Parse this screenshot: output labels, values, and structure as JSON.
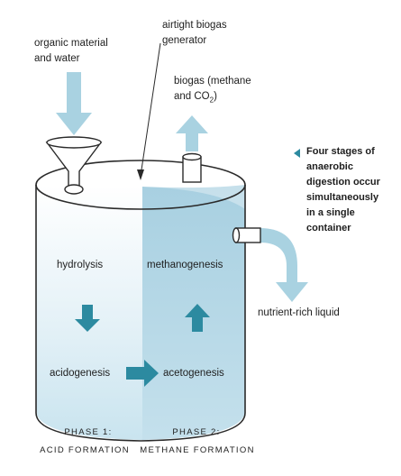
{
  "labels": {
    "organic_input_line1": "organic material",
    "organic_input_line2": "and water",
    "generator_line1": "airtight biogas",
    "generator_line2": "generator",
    "biogas_line1": "biogas (methane",
    "biogas_line2_prefix": "and CO",
    "biogas_line2_sub": "2",
    "biogas_line2_suffix": ")",
    "nutrient_output": "nutrient-rich liquid"
  },
  "note": {
    "lines": [
      "Four stages of",
      "anaerobic",
      "digestion occur",
      "simultaneously",
      "in a single",
      "container"
    ]
  },
  "stages": {
    "hydrolysis": "hydrolysis",
    "methanogenesis": "methanogenesis",
    "acidogenesis": "acidogenesis",
    "acetogenesis": "acetogenesis"
  },
  "phases": {
    "phase1_line1": "PHASE 1:",
    "phase1_line2": "ACID FORMATION",
    "phase2_line1": "PHASE 2:",
    "phase2_line2": "METHANE FORMATION"
  },
  "colors": {
    "arrow_light": "#a9d2e1",
    "arrow_dark": "#2c8aa0",
    "liquid_light": "#c9e4ef",
    "liquid_mid": "#a7d0e0",
    "outline": "#2a2a2a"
  }
}
